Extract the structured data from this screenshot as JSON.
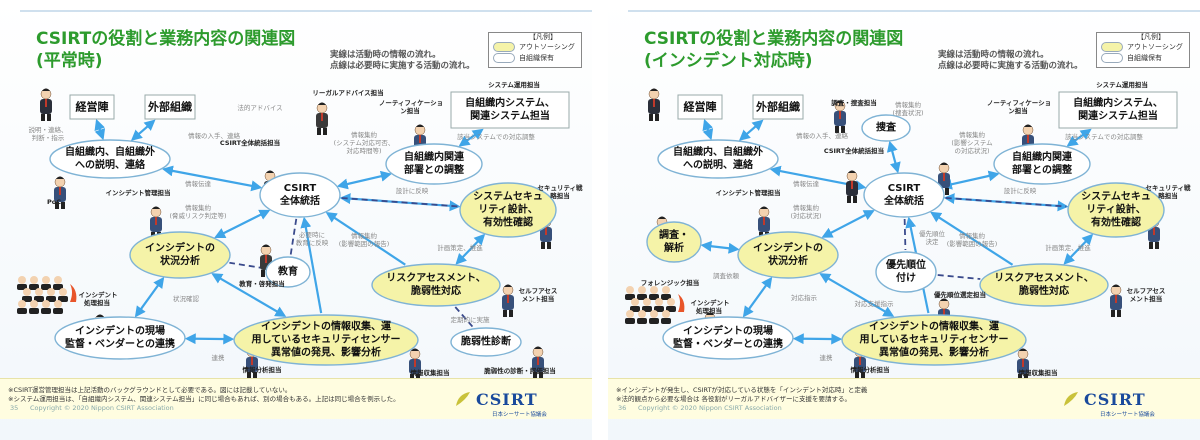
{
  "colors": {
    "title": "#2d9b2d",
    "outsource_fill": "#f5f3a8",
    "inhouse_fill": "#ffffff",
    "node_stroke": "#7fb3d5",
    "arrow": "#3fa5e8",
    "dashed": "#3a4a8c",
    "logo": "#1a4a9c"
  },
  "legend": {
    "title": "【凡例】",
    "outsource": "アウトソーシング",
    "inhouse": "自組織保有"
  },
  "note": {
    "line1": "実線は活動時の情報の流れ。",
    "line2": "点線は必要時に実施する活動の流れ。"
  },
  "copyright": "Copyright © 2020 Nippon CSIRT Association",
  "logo": {
    "text": "CSIRT",
    "sub": "日本シーサート協議会"
  },
  "left": {
    "page_no": "35",
    "title": [
      "CSIRTの役割と業務内容の関連図",
      "(平常時)"
    ],
    "footer": [
      "※CSIRT運営管理担当は上記活動のバックグラウンドとして必要である。図には記載していない。",
      "※システム運用担当は、「自組織内システム、関連システム担当」に同じ場合もあれば、別の場合もある。上記は同じ場合を例示した。"
    ],
    "nodes": [
      {
        "id": "keiei",
        "lines": [
          "経営陣"
        ],
        "shape": "rect",
        "fill": "inhouse",
        "fs": 11
      },
      {
        "id": "gaibu",
        "lines": [
          "外部組織"
        ],
        "shape": "rect",
        "fill": "inhouse",
        "fs": 11
      },
      {
        "id": "setsumei",
        "lines": [
          "自組織内、自組織外",
          "への説明、連絡"
        ],
        "shape": "ellipse",
        "fill": "inhouse",
        "fs": 10
      },
      {
        "id": "csirt",
        "lines": [
          "CSIRT",
          "全体統括"
        ],
        "shape": "ellipse",
        "fill": "inhouse",
        "fs": 10
      },
      {
        "id": "system",
        "lines": [
          "自組織内システム、",
          "関連システム担当"
        ],
        "shape": "rect",
        "fill": "inhouse",
        "fs": 10
      },
      {
        "id": "kanren",
        "lines": [
          "自組織内関連",
          "部署との調整"
        ],
        "shape": "ellipse",
        "fill": "inhouse",
        "fs": 10
      },
      {
        "id": "security",
        "lines": [
          "システムセキュ",
          "リティ設計、",
          "有効性確認"
        ],
        "shape": "ellipse",
        "fill": "outsource",
        "fs": 10
      },
      {
        "id": "incident",
        "lines": [
          "インシデントの",
          "状況分析"
        ],
        "shape": "ellipse",
        "fill": "outsource",
        "fs": 10
      },
      {
        "id": "kyoiku",
        "lines": [
          "教育"
        ],
        "shape": "ellipse",
        "fill": "inhouse",
        "fs": 10
      },
      {
        "id": "risk",
        "lines": [
          "リスクアセスメント、",
          "脆弱性対応"
        ],
        "shape": "ellipse",
        "fill": "outsource",
        "fs": 10
      },
      {
        "id": "genba",
        "lines": [
          "インシデントの現場",
          "監督・ベンダーとの連携"
        ],
        "shape": "ellipse",
        "fill": "inhouse",
        "fs": 10
      },
      {
        "id": "joho",
        "lines": [
          "インシデントの情報収集、運",
          "用しているセキュリティセンサー",
          "異常値の発見、影響分析"
        ],
        "shape": "ellipse",
        "fill": "outsource",
        "fs": 10
      },
      {
        "id": "zeijaku",
        "lines": [
          "脆弱性診断"
        ],
        "shape": "ellipse",
        "fill": "inhouse",
        "fs": 10
      }
    ],
    "labels": [
      {
        "text": "リーガルアドバイス担当"
      },
      {
        "text": "システム運用担当"
      },
      {
        "text": "ノーティフィケーショ"
      },
      {
        "text": "ン担当"
      },
      {
        "text": "CSIRT全体統括担当"
      },
      {
        "text": "PoC"
      },
      {
        "text": "インシデント管理担当"
      },
      {
        "text": "教育・啓発担当"
      },
      {
        "text": "インシデント"
      },
      {
        "text": "処理担当"
      },
      {
        "text": "セキュリティ戦"
      },
      {
        "text": "略担当"
      },
      {
        "text": "セルフアセス"
      },
      {
        "text": "メント担当"
      },
      {
        "text": "情報分析担当"
      },
      {
        "text": "情報収集担当"
      },
      {
        "text": "脆弱性の診断・評価担当"
      }
    ],
    "side": [
      {
        "lines": [
          "説明・連絡、",
          "判断・指示"
        ]
      },
      {
        "lines": [
          "法的アドバイス"
        ]
      },
      {
        "lines": [
          "情報の入手、連絡"
        ]
      },
      {
        "lines": [
          "情報集約",
          "(システム対応可否、",
          "対応時間等)"
        ]
      },
      {
        "lines": [
          "該当システムでの対応調整"
        ]
      },
      {
        "lines": [
          "情報伝達"
        ]
      },
      {
        "lines": [
          "設計に反映"
        ]
      },
      {
        "lines": [
          "情報集約",
          "(脅威リスク判定等)"
        ]
      },
      {
        "lines": [
          "必要時に",
          "教育に反映"
        ]
      },
      {
        "lines": [
          "情報集約",
          "(影響範囲の報告)"
        ]
      },
      {
        "lines": [
          "計画策定、推進"
        ]
      },
      {
        "lines": [
          "状況確認"
        ]
      },
      {
        "lines": [
          "定期的に実施"
        ]
      },
      {
        "lines": [
          "連携"
        ]
      }
    ]
  },
  "right": {
    "page_no": "36",
    "title": [
      "CSIRTの役割と業務内容の関連図",
      "(インシデント対応時)"
    ],
    "footer": [
      "※インシデントが発生し、CSIRTが対応している状態を「インシデント対応時」と定義",
      "※法的観点から必要な場合は 各役割がリーガルアドバイザーに支援を要請する。"
    ],
    "nodes": [
      {
        "id": "keiei",
        "lines": [
          "経営陣"
        ],
        "shape": "rect",
        "fill": "inhouse",
        "fs": 11
      },
      {
        "id": "gaibu",
        "lines": [
          "外部組織"
        ],
        "shape": "rect",
        "fill": "inhouse",
        "fs": 11
      },
      {
        "id": "setsumei",
        "lines": [
          "自組織内、自組織外",
          "への説明、連絡"
        ],
        "shape": "ellipse",
        "fill": "inhouse",
        "fs": 10
      },
      {
        "id": "sosa",
        "lines": [
          "捜査"
        ],
        "shape": "ellipse",
        "fill": "inhouse",
        "fs": 10
      },
      {
        "id": "csirt",
        "lines": [
          "CSIRT",
          "全体統括"
        ],
        "shape": "ellipse",
        "fill": "inhouse",
        "fs": 10
      },
      {
        "id": "system",
        "lines": [
          "自組織内システム、",
          "関連システム担当"
        ],
        "shape": "rect",
        "fill": "inhouse",
        "fs": 10
      },
      {
        "id": "kanren",
        "lines": [
          "自組織内関連",
          "部署との調整"
        ],
        "shape": "ellipse",
        "fill": "inhouse",
        "fs": 10
      },
      {
        "id": "security",
        "lines": [
          "システムセキュ",
          "リティ設計、",
          "有効性確認"
        ],
        "shape": "ellipse",
        "fill": "outsource",
        "fs": 10
      },
      {
        "id": "chousa",
        "lines": [
          "調査・",
          "解析"
        ],
        "shape": "ellipse",
        "fill": "outsource",
        "fs": 10
      },
      {
        "id": "incident",
        "lines": [
          "インシデントの",
          "状況分析"
        ],
        "shape": "ellipse",
        "fill": "outsource",
        "fs": 10
      },
      {
        "id": "yusen",
        "lines": [
          "優先順位",
          "付け"
        ],
        "shape": "ellipse",
        "fill": "inhouse",
        "fs": 10
      },
      {
        "id": "risk",
        "lines": [
          "リスクアセスメント、",
          "脆弱性対応"
        ],
        "shape": "ellipse",
        "fill": "outsource",
        "fs": 10
      },
      {
        "id": "genba",
        "lines": [
          "インシデントの現場",
          "監督・ベンダーとの連携"
        ],
        "shape": "ellipse",
        "fill": "inhouse",
        "fs": 10
      },
      {
        "id": "joho",
        "lines": [
          "インシデントの情報収集、運",
          "用しているセキュリティセンサー",
          "異常値の発見、影響分析"
        ],
        "shape": "ellipse",
        "fill": "outsource",
        "fs": 10
      }
    ],
    "labels": [
      {
        "text": "調査・捜査担当"
      },
      {
        "text": "システム運用担当"
      },
      {
        "text": "ノーティフィケーショ"
      },
      {
        "text": "ン担当"
      },
      {
        "text": "CSIRT全体統括担当"
      },
      {
        "text": "インシデント管理担当"
      },
      {
        "text": "フォレンジック担当"
      },
      {
        "text": "セキュリティ戦"
      },
      {
        "text": "略担当"
      },
      {
        "text": "優先順位選定担当"
      },
      {
        "text": "セルフアセス"
      },
      {
        "text": "メント担当"
      },
      {
        "text": "インシデント"
      },
      {
        "text": "処理担当"
      },
      {
        "text": "情報分析担当"
      },
      {
        "text": "情報収集担当"
      }
    ],
    "side": [
      {
        "lines": [
          "情報集約",
          "(捜査状況)"
        ]
      },
      {
        "lines": [
          "情報の入手、連絡"
        ]
      },
      {
        "lines": [
          "情報集約",
          "(影響システム",
          "の対応状況)"
        ]
      },
      {
        "lines": [
          "該当システムでの対応調整"
        ]
      },
      {
        "lines": [
          "情報伝達"
        ]
      },
      {
        "lines": [
          "設計に反映"
        ]
      },
      {
        "lines": [
          "情報集約",
          "(対応状況)"
        ]
      },
      {
        "lines": [
          "優先順位",
          "決定"
        ]
      },
      {
        "lines": [
          "情報集約",
          "(影響範囲の報告)"
        ]
      },
      {
        "lines": [
          "計画策定、推進"
        ]
      },
      {
        "lines": [
          "調査依頼"
        ]
      },
      {
        "lines": [
          "対応指示"
        ]
      },
      {
        "lines": [
          "対応支援指示"
        ]
      },
      {
        "lines": [
          "連携"
        ]
      }
    ]
  }
}
